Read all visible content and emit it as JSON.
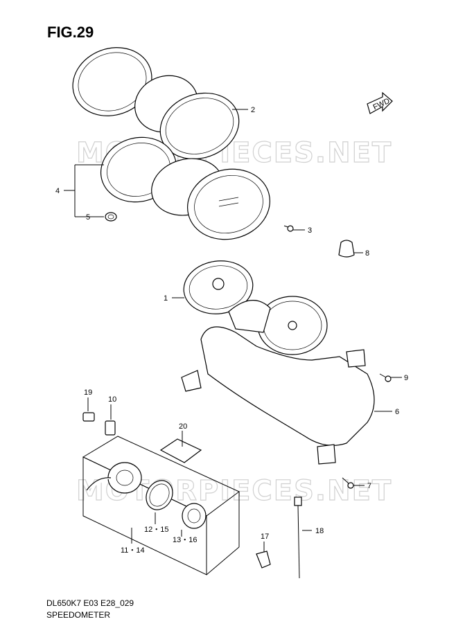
{
  "figure": {
    "title": "FIG.29",
    "code": "DL650K7 E03 E28_029",
    "caption": "SPEEDOMETER"
  },
  "watermark": {
    "text_top": "MOTORPIECES.NET",
    "text_bottom": "MOTORPIECES.NET"
  },
  "fwd_label": "FWD",
  "callouts": {
    "c1": "1",
    "c2": "2",
    "c3": "3",
    "c4": "4",
    "c5": "5",
    "c6": "6",
    "c7": "7",
    "c8": "8",
    "c9": "9",
    "c10": "10",
    "c1215": "12・15",
    "c1316": "13・16",
    "c1114": "11・14",
    "c17": "17",
    "c18": "18",
    "c19": "19",
    "c20": "20"
  }
}
